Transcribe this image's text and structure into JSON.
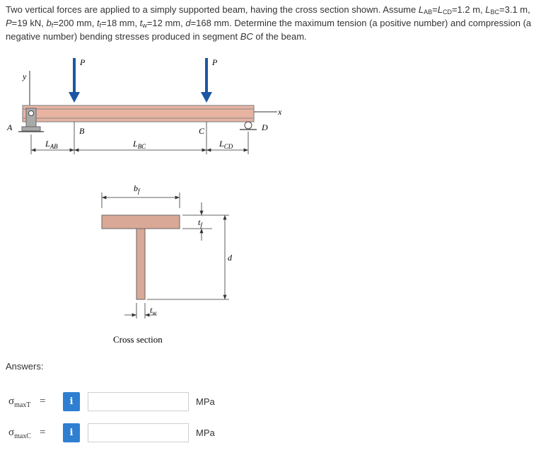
{
  "problem": {
    "t1": "Two vertical forces are applied to a simply supported beam, having the cross section shown. Assume ",
    "L": "L",
    "ab": "AB",
    "eq1": "=",
    "cd": "CD",
    "t2": "=1.2 m, ",
    "bc": "BC",
    "t3": "=3.1 m, ",
    "p": "P",
    "t4": "=19 kN, ",
    "b": "b",
    "f": "f",
    "t5": "=200 mm, ",
    "t": "t",
    "t6": "=18 mm, ",
    "w": "w",
    "t7": "=12 mm, ",
    "d": "d",
    "t8": "=168 mm. Determine the maximum tension (a positive number) and compression (a negative number) bending stresses produced in segment ",
    "seg": "BC",
    "t9": " of the beam."
  },
  "figure": {
    "labels": {
      "p_left": "P",
      "p_right": "P",
      "y_axis": "y",
      "x_axis": "x",
      "a": "A",
      "b": "B",
      "c": "C",
      "d": "D",
      "l": "L",
      "ab": "AB",
      "bc": "BC",
      "cd": "CD",
      "bf_b": "b",
      "bf_f": "f",
      "tf_t": "t",
      "tf_f": "f",
      "tw_t": "t",
      "tw_w": "w",
      "d_dim": "d",
      "cross_section": "Cross section"
    },
    "colors": {
      "beam": "#e8b3a1",
      "beam_edge": "#8a8a8a",
      "arrow": "#1c57a5",
      "section": "#d9a897",
      "support": "#a9a9a9"
    }
  },
  "answers": {
    "label": "Answers:",
    "tension": {
      "sigma": "σ",
      "sub": "maxT",
      "eq": "=",
      "info_label": "i",
      "value": "",
      "unit": "MPa"
    },
    "compression": {
      "sigma": "σ",
      "sub": "maxC",
      "eq": "=",
      "info_label": "i",
      "value": "",
      "unit": "MPa"
    }
  }
}
